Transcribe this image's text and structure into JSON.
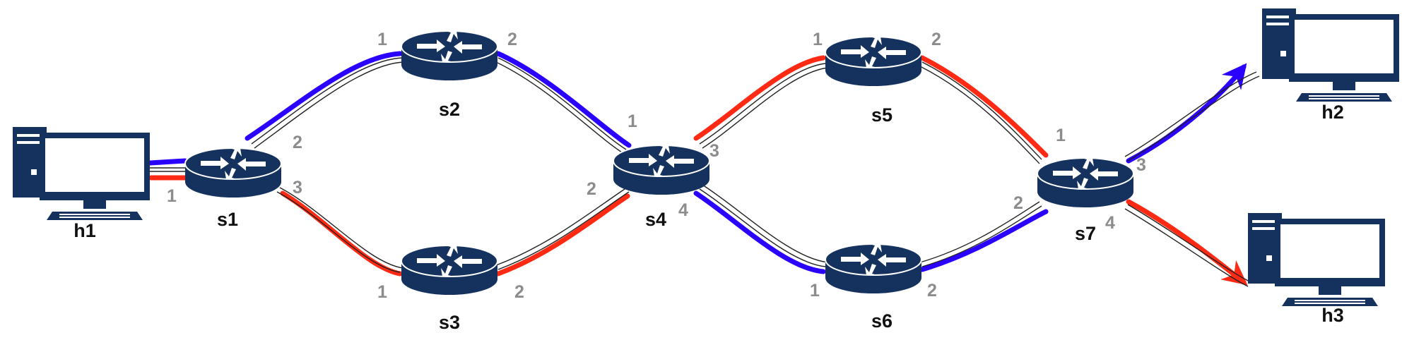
{
  "colors": {
    "router_body": "#15325f",
    "router_top": "#15325f",
    "host_body": "#15325f",
    "link": "#222222",
    "path_blue": "#2a00ff",
    "path_red": "#ff2a14",
    "port_label": "#8c8c8c"
  },
  "nodes": [
    {
      "id": "h1",
      "kind": "host",
      "label": "h1"
    },
    {
      "id": "s1",
      "kind": "switch",
      "label": "s1"
    },
    {
      "id": "s2",
      "kind": "switch",
      "label": "s2"
    },
    {
      "id": "s3",
      "kind": "switch",
      "label": "s3"
    },
    {
      "id": "s4",
      "kind": "switch",
      "label": "s4"
    },
    {
      "id": "s5",
      "kind": "switch",
      "label": "s5"
    },
    {
      "id": "s6",
      "kind": "switch",
      "label": "s6"
    },
    {
      "id": "s7",
      "kind": "switch",
      "label": "s7"
    },
    {
      "id": "h2",
      "kind": "host",
      "label": "h2"
    },
    {
      "id": "h3",
      "kind": "host",
      "label": "h3"
    }
  ],
  "links": [
    {
      "from": "h1",
      "to": "s1",
      "from_port": "",
      "to_port": "1"
    },
    {
      "from": "s1",
      "to": "s2",
      "from_port": "2",
      "to_port": "1"
    },
    {
      "from": "s1",
      "to": "s3",
      "from_port": "3",
      "to_port": "1"
    },
    {
      "from": "s2",
      "to": "s4",
      "from_port": "2",
      "to_port": "1"
    },
    {
      "from": "s3",
      "to": "s4",
      "from_port": "2",
      "to_port": "2"
    },
    {
      "from": "s4",
      "to": "s5",
      "from_port": "3",
      "to_port": "1"
    },
    {
      "from": "s4",
      "to": "s6",
      "from_port": "4",
      "to_port": "1"
    },
    {
      "from": "s5",
      "to": "s7",
      "from_port": "2",
      "to_port": "1"
    },
    {
      "from": "s6",
      "to": "s7",
      "from_port": "2",
      "to_port": "2"
    },
    {
      "from": "s7",
      "to": "h2",
      "from_port": "3",
      "to_port": ""
    },
    {
      "from": "s7",
      "to": "h3",
      "from_port": "4",
      "to_port": ""
    }
  ],
  "paths": [
    {
      "color": "blue",
      "route": [
        "h1",
        "s1",
        "s2",
        "s4",
        "s6",
        "s7",
        "h2"
      ]
    },
    {
      "color": "red",
      "route": [
        "h1",
        "s1",
        "s3",
        "s4",
        "s5",
        "s7",
        "h3"
      ]
    }
  ]
}
